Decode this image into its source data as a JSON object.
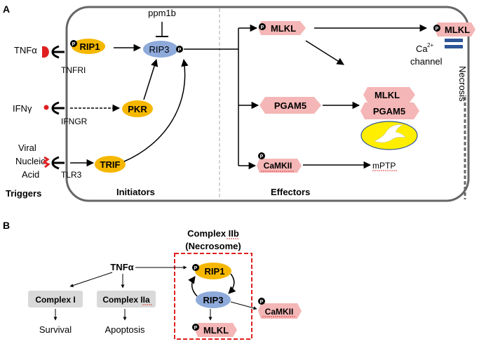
{
  "panel_a": {
    "label": "A",
    "triggers": {
      "tnf": "TNFα",
      "ifn": "IFNγ",
      "viral": [
        "Viral",
        "Nucleic",
        "Acid"
      ],
      "heading": "Triggers"
    },
    "receptors": {
      "tnfri": "TNFRI",
      "ifngr": "IFNGR",
      "tlr3": "TLR3"
    },
    "initiators": {
      "rip1": "RIP1",
      "rip3": "RIP3",
      "pkr": "PKR",
      "trif": "TRIF",
      "ppm1b": "ppm1b",
      "heading": "Initiators"
    },
    "effectors": {
      "mlkl": "MLKL",
      "pgam5": "PGAM5",
      "camkii": "CaMKII",
      "complex_mlkl": "MLKL",
      "complex_pgam5": "PGAM5",
      "mptp": "mPTP",
      "membrane_mlkl": "MLKL",
      "ca": "Ca",
      "ca_sup": "2+",
      "channel": "channel",
      "necrosis": "Necrosis",
      "heading": "Effectors"
    },
    "phospho_symbol": "P"
  },
  "panel_b": {
    "label": "B",
    "complex_title": [
      "Complex IIb",
      "(Necrosome)"
    ],
    "tnf": "TNFα",
    "complex_i": "Complex I",
    "complex_iia": "Complex IIa",
    "survival": "Survival",
    "apoptosis": "Apoptosis",
    "rip1": "RIP1",
    "rip3": "RIP3",
    "mlkl": "MLKL",
    "camkii": "CaMKII"
  },
  "colors": {
    "rip_orange": "#f5b700",
    "rip3_blue": "#8eaadb",
    "effector_pink": "#f4b6b6",
    "effector_pink_dark": "#e98d8d",
    "membrane_blue": "#2e5597",
    "trigger_red": "#e02020",
    "cell_border": "#666666",
    "dove_yellow": "#ffee00",
    "complex_grey": "#d9d9d9",
    "complex_dash_red": "#e02020",
    "spell_red": "#e23b3b"
  }
}
